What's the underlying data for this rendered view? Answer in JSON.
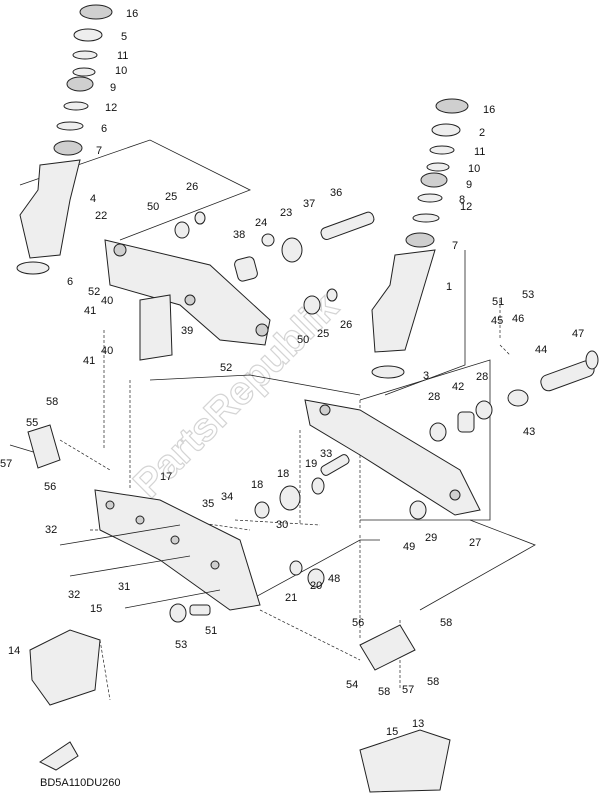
{
  "diagram": {
    "code": "BD5A110DU260",
    "watermark": "PartsRepublik",
    "callouts": [
      "16",
      "5",
      "11",
      "10",
      "9",
      "12",
      "6",
      "7",
      "4",
      "6",
      "16",
      "2",
      "11",
      "10",
      "9",
      "8",
      "12",
      "7",
      "1",
      "3",
      "36",
      "22",
      "50",
      "25",
      "26",
      "24",
      "23",
      "37",
      "38",
      "52",
      "40",
      "41",
      "39",
      "40",
      "41",
      "52",
      "50",
      "25",
      "26",
      "51",
      "53",
      "45",
      "46",
      "47",
      "44",
      "43",
      "28",
      "42",
      "28",
      "58",
      "55",
      "57",
      "56",
      "17",
      "33",
      "19",
      "18",
      "34",
      "35",
      "18",
      "30",
      "29",
      "49",
      "27",
      "32",
      "32",
      "31",
      "53",
      "51",
      "21",
      "20",
      "48",
      "15",
      "14",
      "56",
      "58",
      "54",
      "58",
      "57",
      "58",
      "15",
      "13"
    ]
  }
}
